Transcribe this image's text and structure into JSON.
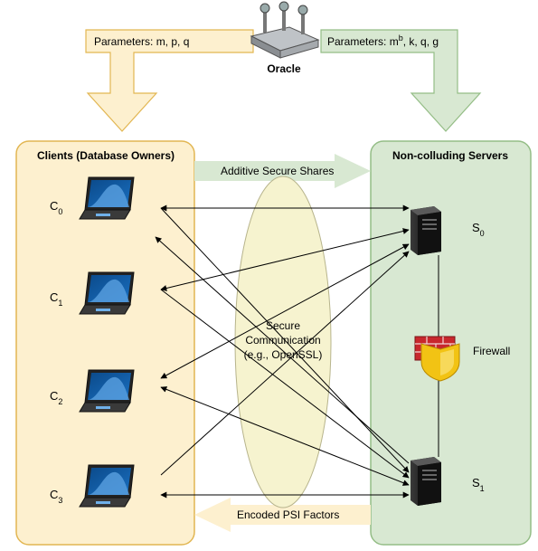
{
  "oracle": {
    "label": "Oracle"
  },
  "params_left": {
    "label": "Parameters: m, p, q"
  },
  "params_right": {
    "label_main": "Parameters: m",
    "label_sup": "b",
    "label_rest": ", k, q, g"
  },
  "clients": {
    "title": "Clients (Database Owners)",
    "items": [
      {
        "name": "C",
        "sub": "0"
      },
      {
        "name": "C",
        "sub": "1"
      },
      {
        "name": "C",
        "sub": "2"
      },
      {
        "name": "C",
        "sub": "3"
      }
    ]
  },
  "servers": {
    "title": "Non-colluding Servers",
    "items": [
      {
        "name": "S",
        "sub": "0"
      },
      {
        "name": "S",
        "sub": "1"
      }
    ],
    "firewall_label": "Firewall"
  },
  "flows": {
    "additive": "Additive Secure Shares",
    "encoded": "Encoded PSI Factors"
  },
  "channel": {
    "line1": "Secure",
    "line2": "Communication",
    "line3": "(e.g., OpenSSL)"
  },
  "colors": {
    "client_fill": "#fdf0cf",
    "client_stroke": "#e2b652",
    "server_fill": "#d8e8d2",
    "server_stroke": "#94bd86",
    "ellipse_fill": "#f6f3cf"
  }
}
